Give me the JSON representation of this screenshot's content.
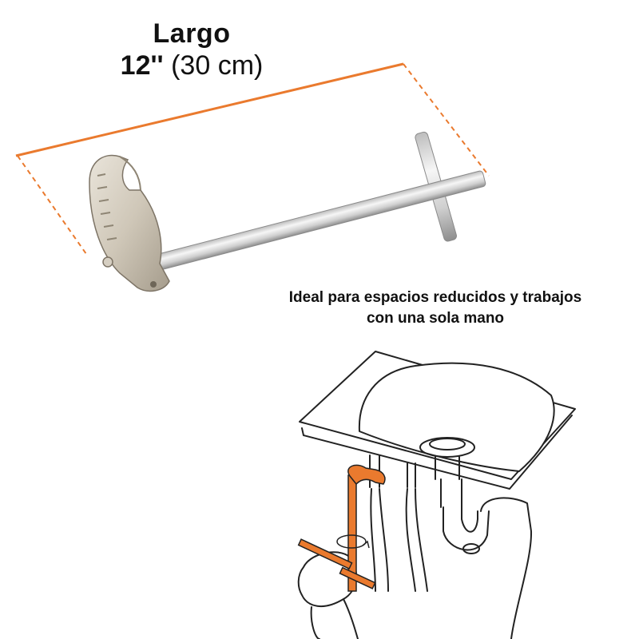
{
  "heading": {
    "label": "Largo",
    "size_imperial": "12''",
    "size_metric": "(30 cm)"
  },
  "caption": {
    "line1": "Ideal para espacios reducidos y trabajos",
    "line2": "con una sola mano"
  },
  "colors": {
    "accent": "#EA7A2E",
    "steel_light": "#E6E6E6",
    "steel_dark": "#9A9A9A",
    "line_art": "#222222"
  }
}
